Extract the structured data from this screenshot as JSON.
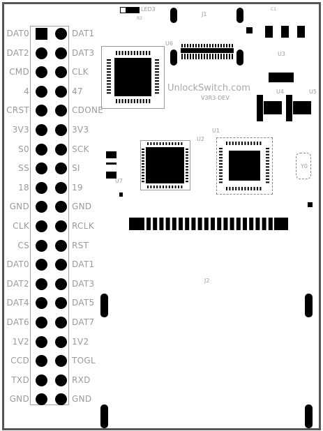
{
  "header_left_labels": [
    "DAT0",
    "DAT2",
    "CMD",
    "4",
    "CRST",
    "3V3",
    "S0",
    "SS",
    "18",
    "GND",
    "CLK",
    "CS",
    "DAT0",
    "DAT2",
    "DAT4",
    "DAT6",
    "1V2",
    "CCD",
    "TXD",
    "GND"
  ],
  "header_right_labels": [
    "DAT1",
    "DAT3",
    "CLK",
    "47",
    "CDONE",
    "3V3",
    "SCK",
    "SI",
    "19",
    "GND",
    "RCLK",
    "RST",
    "DAT1",
    "DAT3",
    "DAT5",
    "DAT7",
    "1V2",
    "TOGL",
    "RXD",
    "GND"
  ],
  "refdes": {
    "led3": "LED3",
    "j1": "J1",
    "u6": "U6",
    "u3": "U3",
    "u4": "U4",
    "u5": "U5",
    "u1": "U1",
    "u2": "U2",
    "u7": "U7",
    "j2": "J2",
    "y0": "Y0"
  },
  "branding": {
    "name": "UnlockSwitch.com",
    "version": "V3R3-DEV"
  },
  "colors": {
    "copper": "#000000",
    "silkscreen": "#9a9a9a",
    "board_edge": "#555555"
  }
}
